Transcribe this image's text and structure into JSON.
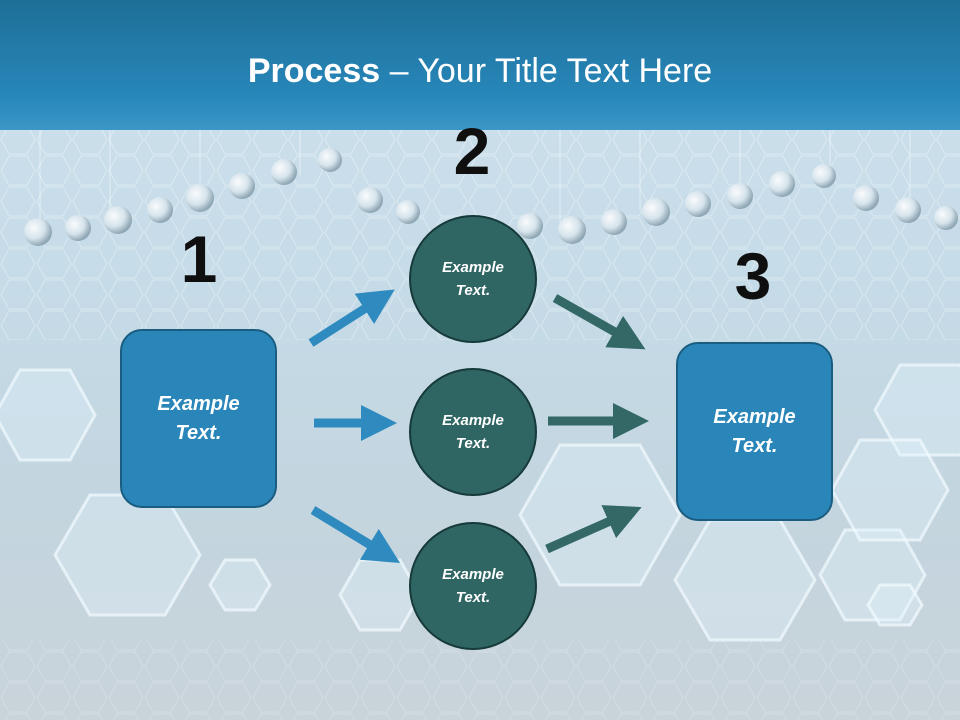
{
  "slide": {
    "title_strong": "Process",
    "title_rest": " – Your Title Text Here"
  },
  "steps": [
    {
      "number": "1"
    },
    {
      "number": "2"
    },
    {
      "number": "3"
    }
  ],
  "boxes": {
    "left": {
      "label": "Example\nText."
    },
    "right": {
      "label": "Example\nText."
    }
  },
  "circles": [
    {
      "label": "Example\nText."
    },
    {
      "label": "Example\nText."
    },
    {
      "label": "Example\nText."
    }
  ],
  "colors": {
    "header": "#2887ba",
    "box_fill": "#2a86b8",
    "circle_fill": "#2f6563",
    "arrow_blue": "#2f8bbf",
    "arrow_teal": "#336866"
  }
}
